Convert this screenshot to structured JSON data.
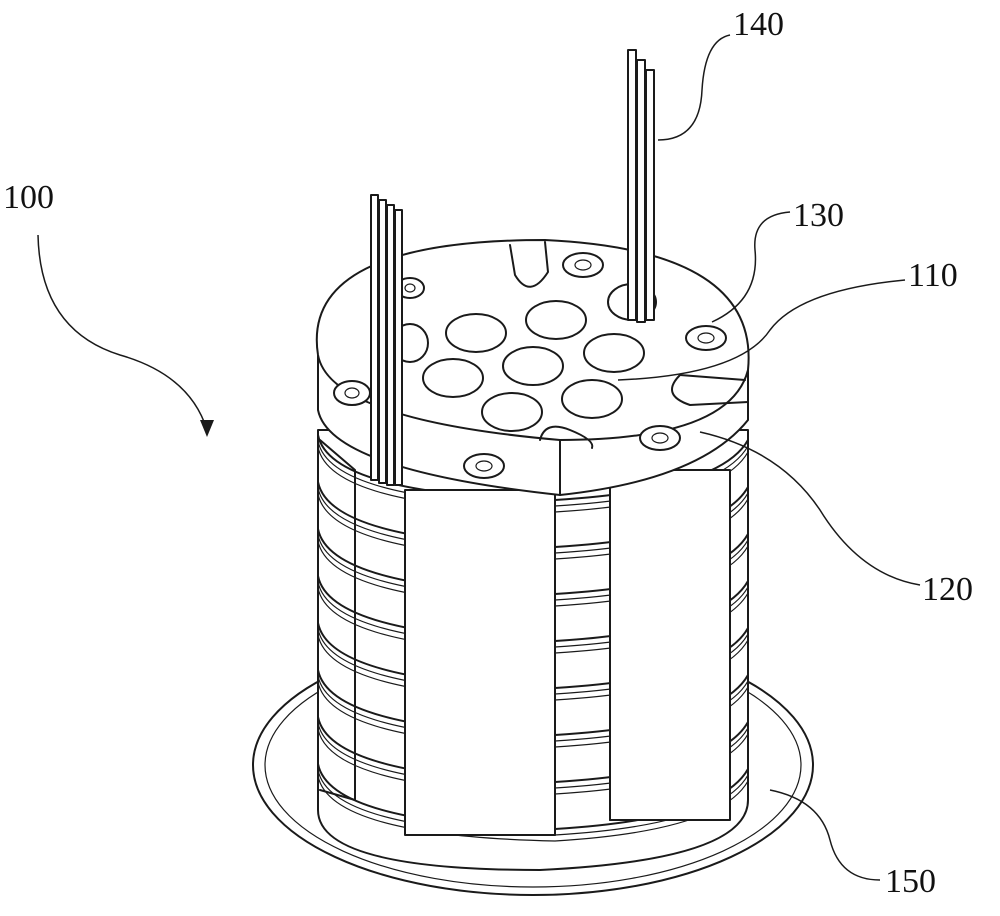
{
  "figure": {
    "labels": [
      {
        "id": "assembly",
        "text": "100"
      },
      {
        "id": "electrode",
        "text": "140"
      },
      {
        "id": "mount-hole",
        "text": "130"
      },
      {
        "id": "through-hole",
        "text": "110"
      },
      {
        "id": "top-plate",
        "text": "120"
      },
      {
        "id": "base",
        "text": "150"
      }
    ]
  },
  "colors": {
    "ink": "#1a1a1a",
    "paper": "#ffffff"
  }
}
